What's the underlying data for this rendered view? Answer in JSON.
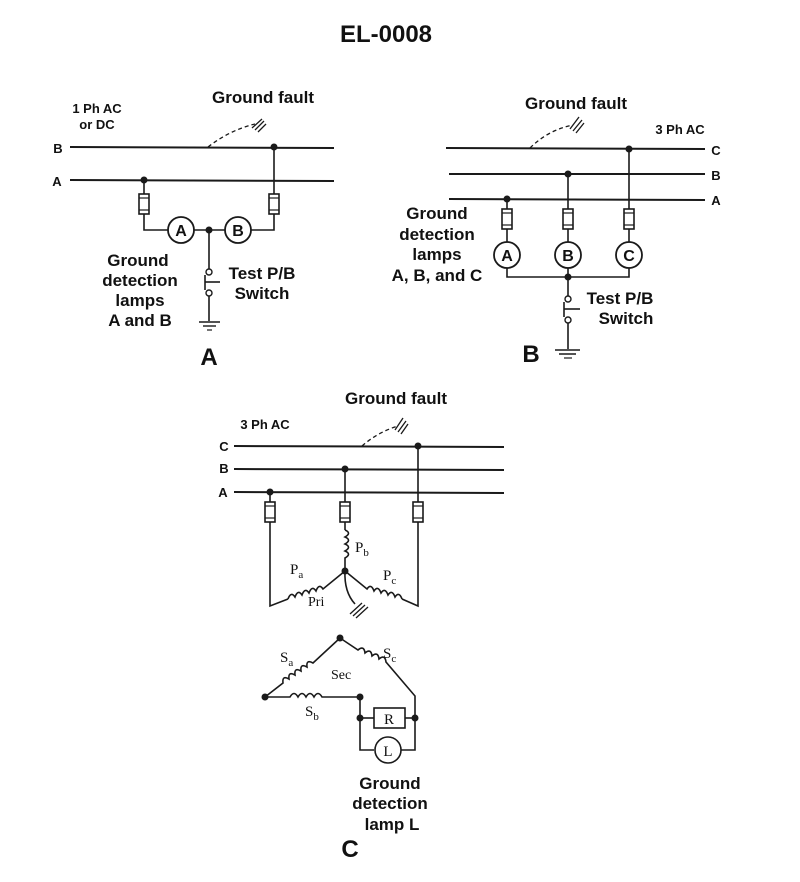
{
  "title": "EL-0008",
  "diagram_a": {
    "supply_label_line1": "1 Ph AC",
    "supply_label_line2": "or DC",
    "fault_label": "Ground fault",
    "bus_labels": [
      "B",
      "A"
    ],
    "lamp_labels": [
      "A",
      "B"
    ],
    "lamps_caption": [
      "Ground",
      "detection",
      "lamps",
      "A and B"
    ],
    "switch_caption": [
      "Test P/B",
      "Switch"
    ],
    "panel_letter": "A"
  },
  "diagram_b": {
    "supply_label": "3 Ph AC",
    "fault_label": "Ground fault",
    "bus_labels": [
      "C",
      "B",
      "A"
    ],
    "lamp_labels": [
      "A",
      "B",
      "C"
    ],
    "lamps_caption": [
      "Ground",
      "detection",
      "lamps",
      "A, B, and C"
    ],
    "switch_caption": [
      "Test P/B",
      "Switch"
    ],
    "panel_letter": "B"
  },
  "diagram_c": {
    "supply_label": "3 Ph AC",
    "fault_label": "Ground fault",
    "bus_labels": [
      "C",
      "B",
      "A"
    ],
    "primary": {
      "pa": "P",
      "pa_sub": "a",
      "pb": "P",
      "pb_sub": "b",
      "pc": "P",
      "pc_sub": "c",
      "label": "Pri"
    },
    "secondary": {
      "sa": "S",
      "sa_sub": "a",
      "sb": "S",
      "sb_sub": "b",
      "sc": "S",
      "sc_sub": "c",
      "label": "Sec"
    },
    "resistor_label": "R",
    "lamp_label": "L",
    "lamp_caption": [
      "Ground",
      "detection",
      "lamp L"
    ],
    "panel_letter": "C"
  }
}
